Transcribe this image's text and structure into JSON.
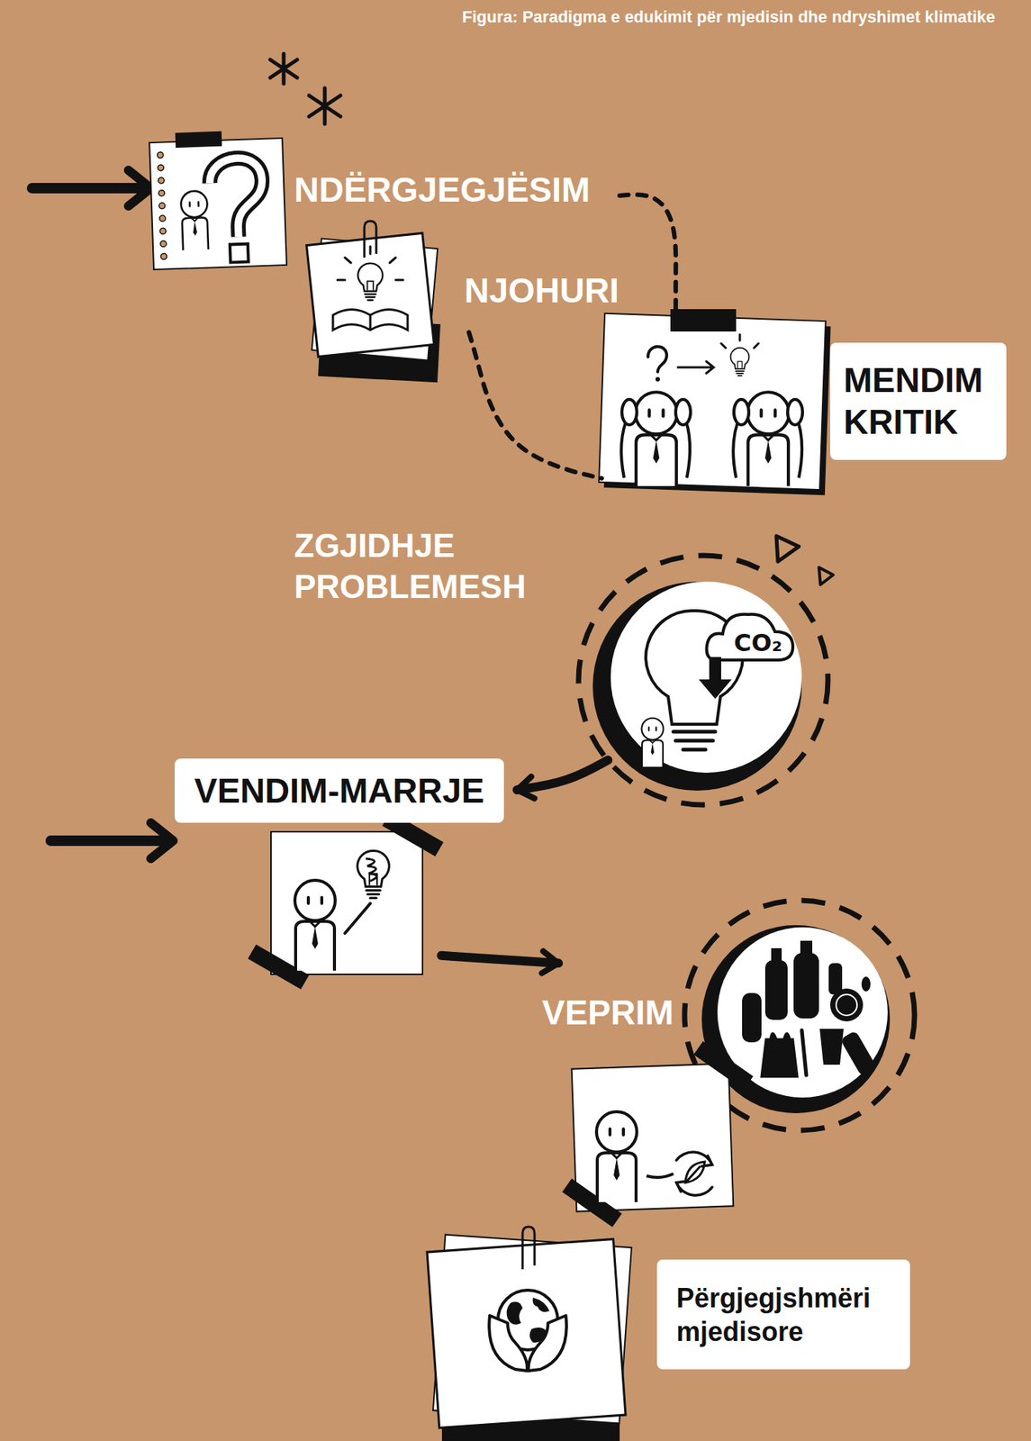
{
  "diagram": {
    "title": "Figura: Paradigma e edukimit për mjedisin dhe ndryshimet klimatike",
    "nodes": [
      {
        "text": [
          "NDËRGJEGJËSIM"
        ]
      },
      {
        "text": [
          "NJOHURI"
        ]
      },
      {
        "text": [
          "MENDIM KRITIK"
        ]
      },
      {
        "text": [
          "ZGJIDHJE PROBLEMESH"
        ]
      },
      {
        "text": [
          "VENDIM-MARRJE"
        ]
      },
      {
        "text": [
          "VEPRIM"
        ]
      },
      {
        "text": [
          "Përgjegjshmëri mjedisore"
        ]
      }
    ],
    "edges": [
      {
        "from": 0,
        "to": 2,
        "arrow": "none"
      },
      {
        "from": 1,
        "to": 2,
        "arrow": "none"
      },
      {
        "from": 3,
        "to": 4,
        "arrow": "to"
      },
      {
        "from": 4,
        "to": 5,
        "arrow": "to"
      }
    ],
    "labels": [
      "CO₂"
    ]
  }
}
